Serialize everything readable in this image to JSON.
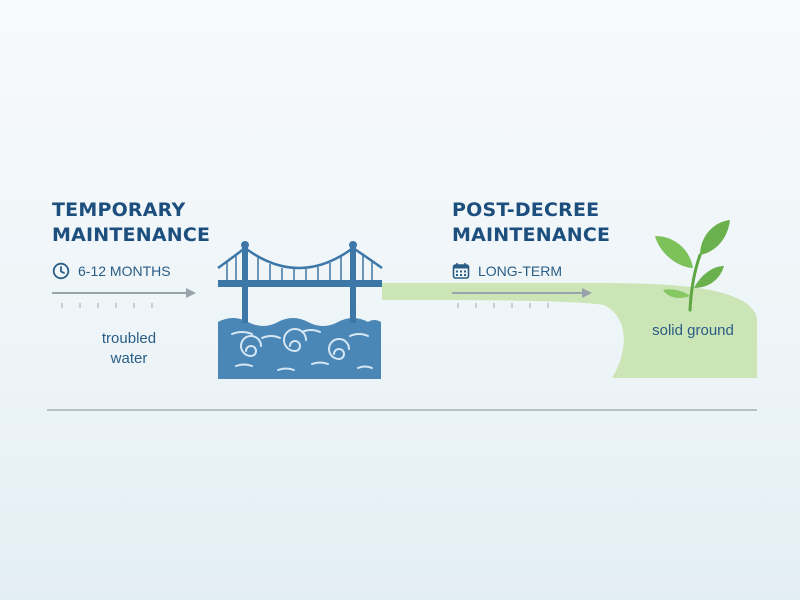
{
  "colors": {
    "title_blue": "#1d4f7e",
    "text_blue": "#2a5d86",
    "bridge_blue": "#3d77a8",
    "water_blue": "#4a86b6",
    "ground_green": "#cbe5b6",
    "plant_green": "#6ab04c",
    "arrow_gray": "#9aa3ab",
    "baseline_gray": "#b9bfc4"
  },
  "left_phase": {
    "title_line1": "TEMPORARY",
    "title_line2": "MAINTENANCE",
    "duration": "6-12 MONTHS",
    "icon": "clock-icon",
    "caption_line1": "troubled",
    "caption_line2": "water"
  },
  "right_phase": {
    "title_line1": "POST-DECREE",
    "title_line2": "MAINTENANCE",
    "duration": "LONG-TERM",
    "icon": "calendar-icon",
    "caption": "solid ground"
  },
  "illustrations": {
    "bridge": "suspension-bridge-icon",
    "water": "swirling-water",
    "plant": "sprout-icon"
  }
}
